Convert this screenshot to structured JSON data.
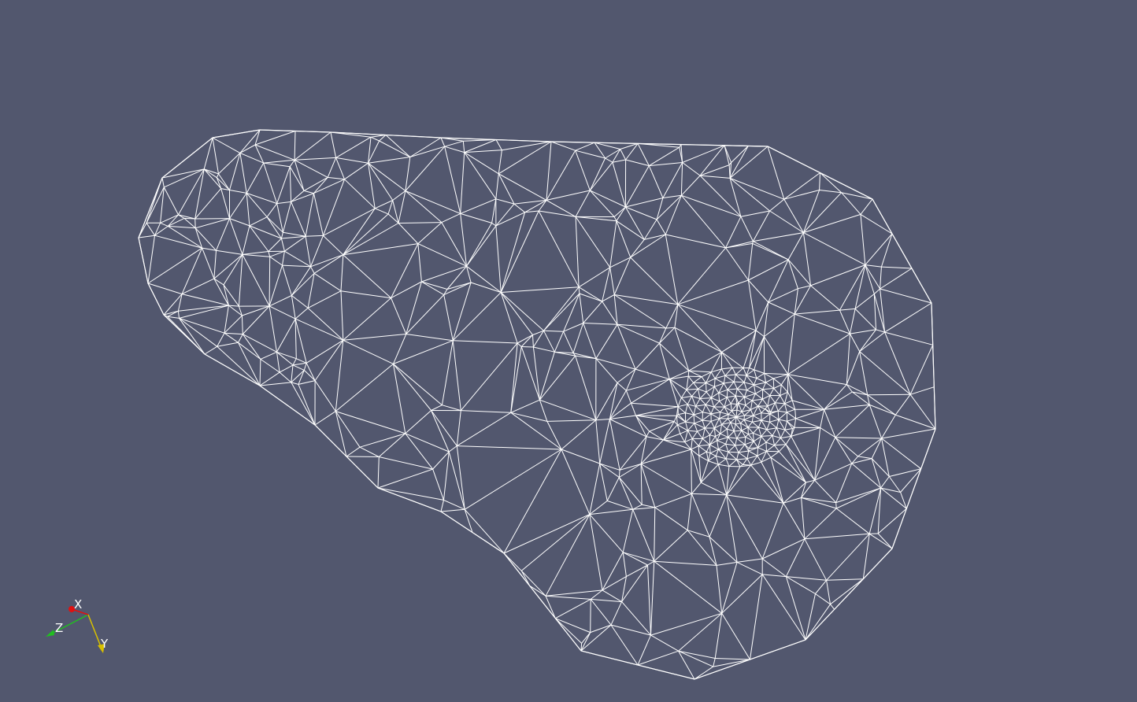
{
  "viewport": {
    "background_color": "#52576e",
    "mesh_color": "#ffffff",
    "representation": "wireframe"
  },
  "orientation_axes": {
    "x": {
      "label": "X",
      "color": "#e01010"
    },
    "y": {
      "label": "Y",
      "color": "#d8c000"
    },
    "z": {
      "label": "Z",
      "color": "#20c020"
    }
  }
}
